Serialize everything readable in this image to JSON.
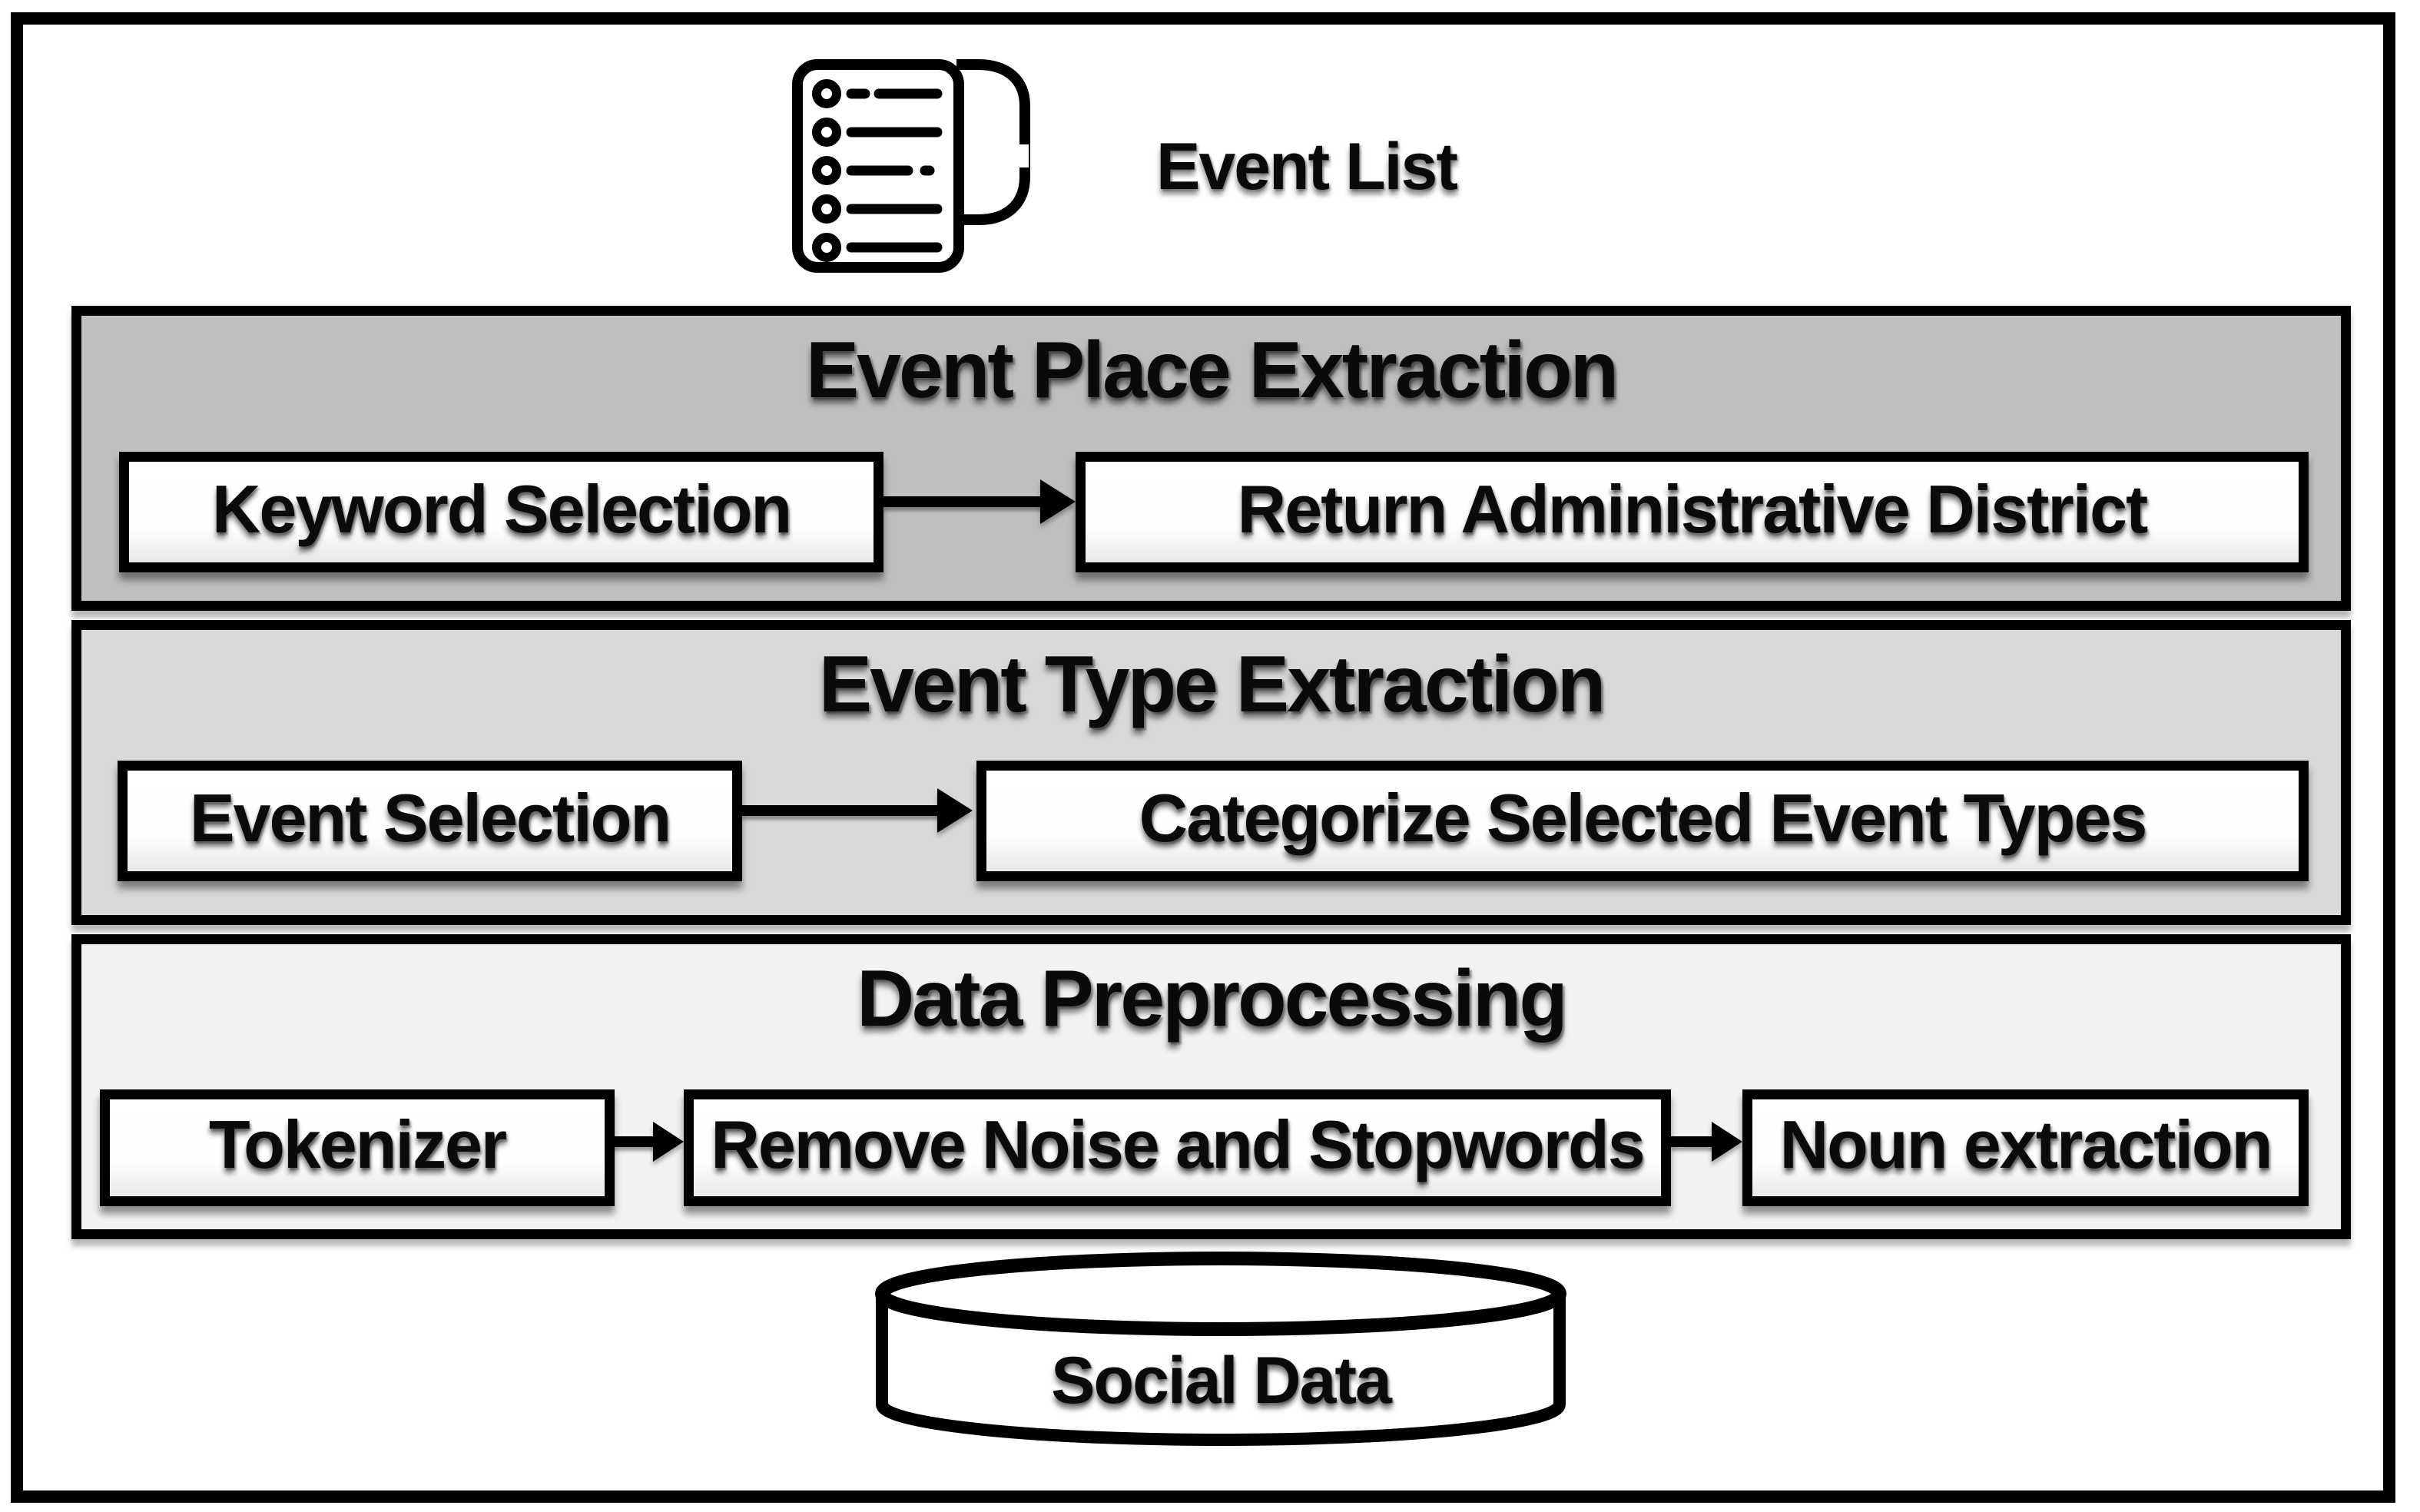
{
  "event_list": {
    "label": "Event List"
  },
  "bands": [
    {
      "title": "Event Place Extraction",
      "bg": "#bfbfbf",
      "steps": [
        "Keyword Selection",
        "Return Administrative District"
      ]
    },
    {
      "title": "Event Type Extraction",
      "bg": "#d9d9d9",
      "steps": [
        "Event Selection",
        "Categorize Selected Event Types"
      ]
    },
    {
      "title": "Data Preprocessing",
      "bg": "#f2f2f2",
      "steps": [
        "Tokenizer",
        "Remove Noise and Stopwords",
        "Noun extraction"
      ]
    }
  ],
  "database": {
    "label": "Social Data"
  },
  "colors": {
    "outline": "#000000",
    "page_bg": "#ffffff",
    "box_bg": "#ffffff",
    "band1_bg": "#bfbfbf",
    "band2_bg": "#d9d9d9",
    "band3_bg": "#f2f2f2"
  }
}
